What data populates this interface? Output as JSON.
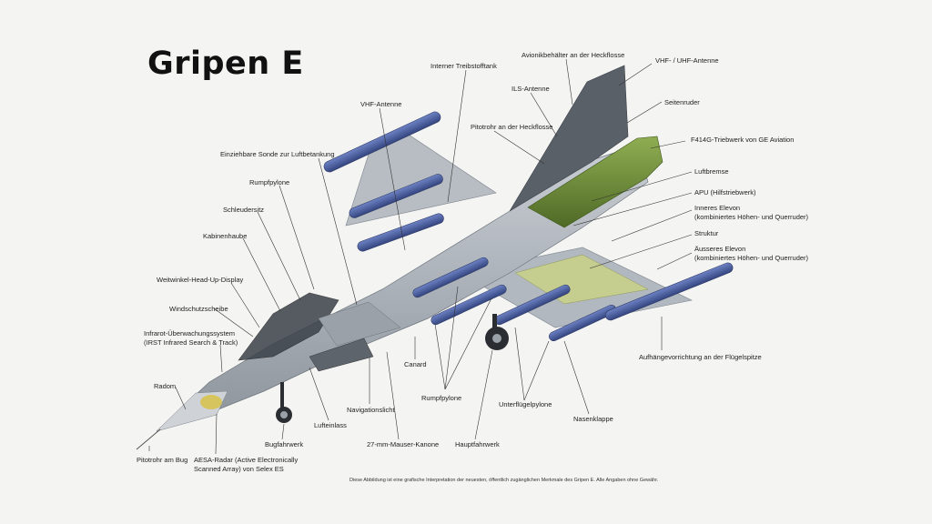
{
  "title": "Gripen E",
  "footnote": "Diese Abbildung ist eine grafische Interpretation der neuesten, öffentlich zugänglichen Merkmale des Gripen E. Alle Angaben ohne Gewähr.",
  "colors": {
    "fuselage": "#a7adb4",
    "engine": "#6f8a3c",
    "structure": "#b9c27a",
    "pylons": "#4c5f9e",
    "background": "#f4f4f3"
  },
  "labels": {
    "interner_treibstofftank": "Interner Treibstofftank",
    "avionikbehaelter": "Avionikbehälter an der Heckflosse",
    "vhf_uhf_antenne": "VHF- / UHF-Antenne",
    "ils_antenne": "ILS-Antenne",
    "seitenruder": "Seitenruder",
    "vhf_antenne": "VHF-Antenne",
    "pitotrohr_heckflosse": "Pitotrohr an der Heckflosse",
    "triebwerk": "F414G-Triebwerk von GE Aviation",
    "einziehbare_sonde": "Einziehbare Sonde zur Luftbetankung",
    "luftbremse": "Luftbremse",
    "rumpfpylone_top": "Rumpfpylone",
    "apu": "APU (Hilfstriebwerk)",
    "schleudersitz": "Schleudersitz",
    "inneres_elevon": [
      "Inneres Elevon",
      "(kombiniertes Höhen- und Querruder)"
    ],
    "kabinenhaube": "Kabinenhaube",
    "struktur": "Struktur",
    "aeusseres_elevon": [
      "Äusseres Elevon",
      "(kombiniertes Höhen- und Querruder)"
    ],
    "hud": "Weitwinkel-Head-Up-Display",
    "windschutzscheibe": "Windschutzscheibe",
    "irst": [
      "Infrarot-Überwachungssystem",
      "(IRST Infrared Search & Track)"
    ],
    "aufhaengevorrichtung": "Aufhängevorrichtung an der Flügelspitze",
    "canard": "Canard",
    "radom": "Radom",
    "rumpfpylone_bottom": "Rumpfpylone",
    "unterfluegelpylone": "Unterflügelpylone",
    "navigationslicht": "Navigationslicht",
    "nasenklappe": "Nasenklappe",
    "lufteinlass": "Lufteinlass",
    "bugfahrwerk": "Bugfahrwerk",
    "kanone": "27-mm-Mauser-Kanone",
    "hauptfahrwerk": "Hauptfahrwerk",
    "pitotrohr_bug": "Pitotrohr am Bug",
    "aesa": [
      "AESA-Radar (Active Electronically",
      "Scanned Array) von Selex ES"
    ]
  }
}
